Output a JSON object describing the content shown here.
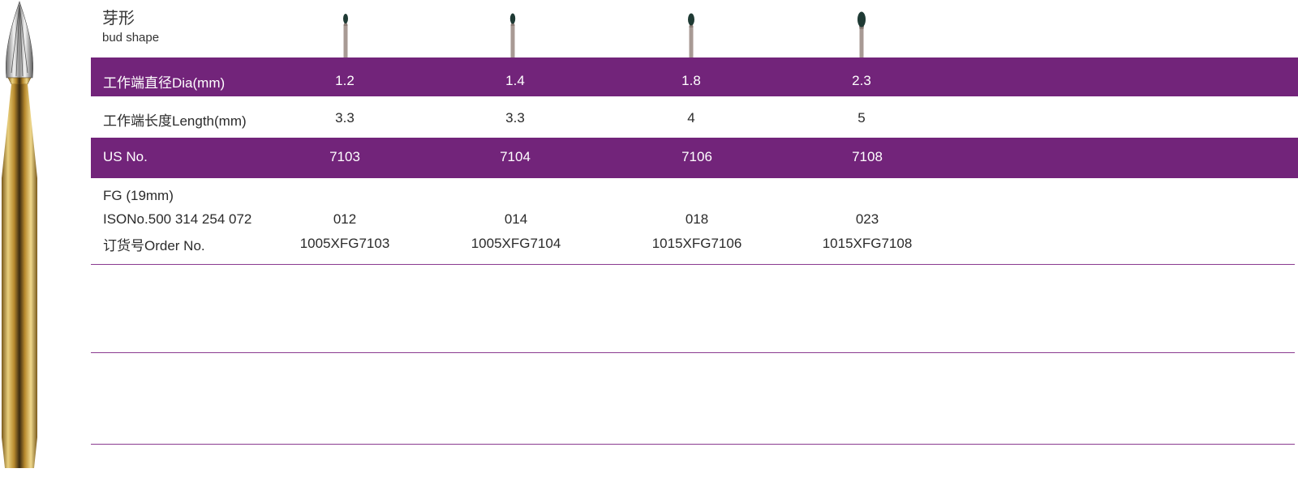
{
  "header": {
    "title_cn": "芽形",
    "title_en": "bud shape"
  },
  "rows": {
    "diameter": {
      "label": "工作端直径Dia(mm)",
      "values": [
        "1.2",
        "1.4",
        "1.8",
        "2.3"
      ]
    },
    "length": {
      "label": "工作端长度Length(mm)",
      "values": [
        "3.3",
        "3.3",
        "4",
        "5"
      ]
    },
    "us_no": {
      "label": "US No.",
      "values": [
        "7103",
        "7104",
        "7106",
        "7108"
      ]
    },
    "order": {
      "label_line1": "FG (19mm)",
      "label_line2": "ISONo.500 314 254 072",
      "label_line3": "订货号Order No.",
      "iso_codes": [
        "012",
        "014",
        "018",
        "023"
      ],
      "order_numbers": [
        "1005XFG7103",
        "1005XFG7104",
        "1015XFG7106",
        "1015XFG7108"
      ]
    }
  },
  "colors": {
    "band": "#72247a",
    "band_text": "#ffffff",
    "rule": "#8a3a90",
    "bur_gold": "#c9a24a",
    "bur_head": "#1f3a34"
  }
}
